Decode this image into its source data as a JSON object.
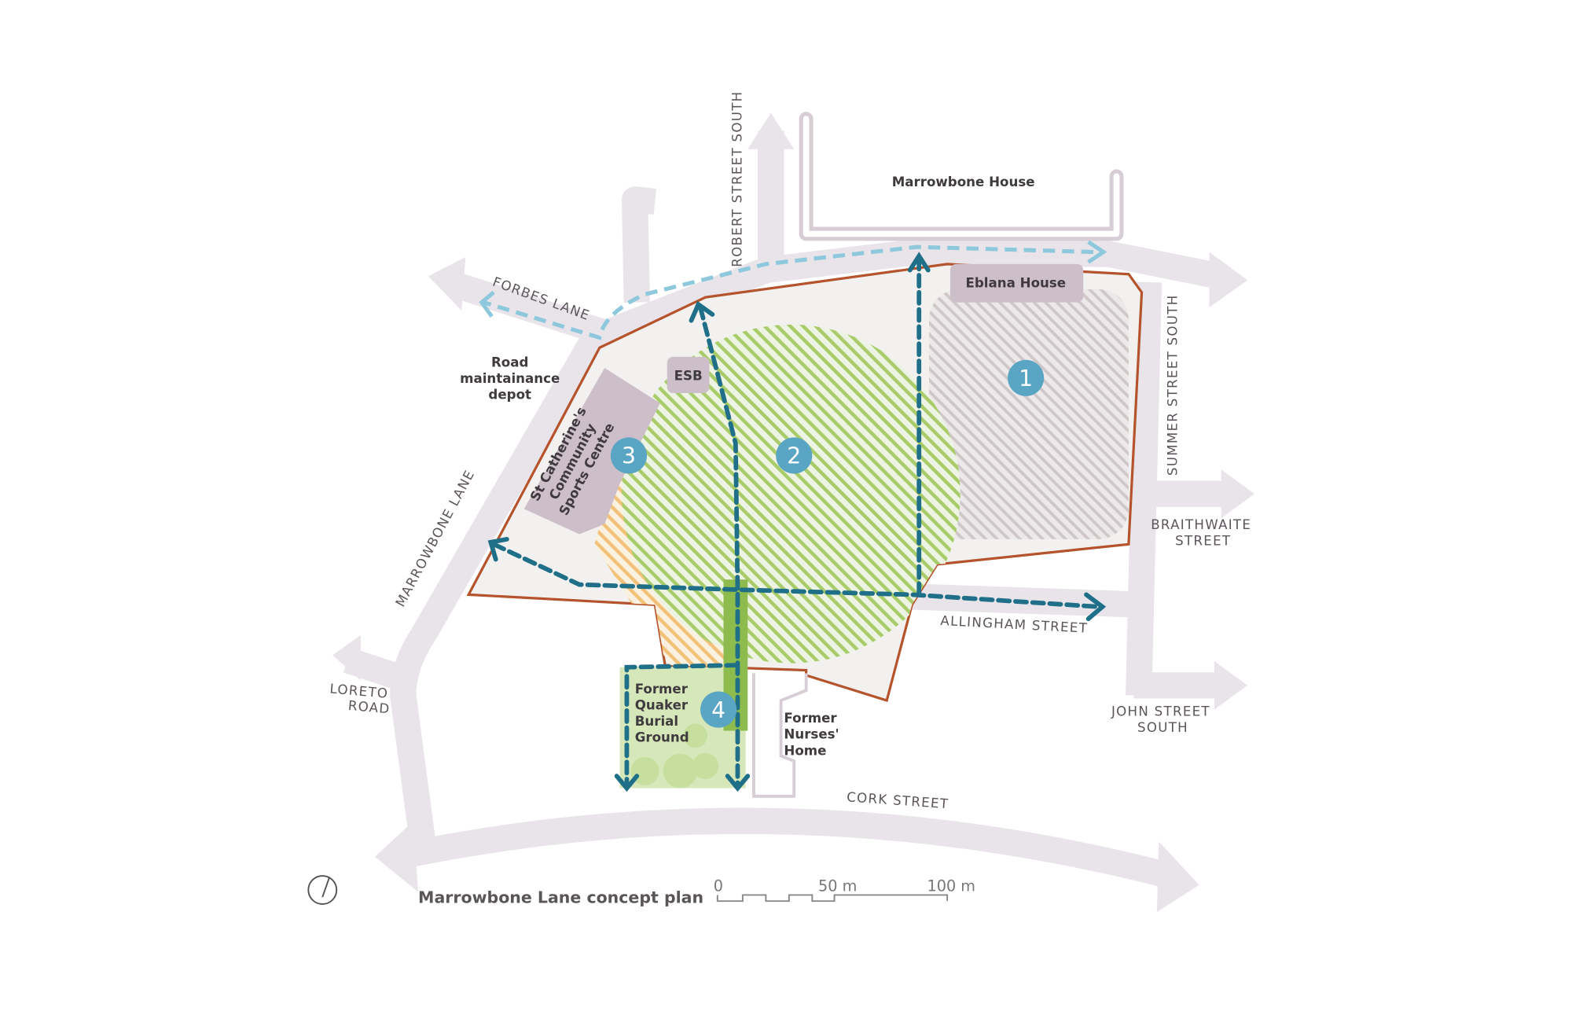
{
  "title": "Marrowbone Lane concept plan",
  "scale_bar": {
    "ticks": [
      "0",
      "50 m",
      "100 m"
    ]
  },
  "icons": {
    "north": "north-arrow-icon"
  },
  "colors": {
    "road": "#e9e4ea",
    "site_boundary": "#b5532c",
    "site_fill": "#f2f1ef",
    "route_primary": "#1f6f88",
    "route_secondary": "#8ec8dc",
    "marker": "#5aa5c3",
    "building": "#cdbfca",
    "green": "#a9cc6b",
    "orange": "#f3c27a"
  },
  "streets": {
    "robert_street_south": "ROBERT STREET SOUTH",
    "forbes_lane": "FORBES LANE",
    "summer_street_south": "SUMMER STREET SOUTH",
    "braithwaite_street": [
      "BRAITHWAITE",
      "STREET"
    ],
    "allingham_street": "ALLINGHAM STREET",
    "john_street_south": [
      "JOHN STREET",
      "SOUTH"
    ],
    "marrowbone_lane": "MARROWBONE LANE",
    "loreto_road": [
      "LORETO",
      "ROAD"
    ],
    "cork_street": "CORK STREET"
  },
  "places": {
    "marrowbone_house": "Marrowbone House",
    "eblana_house": "Eblana House",
    "esb": "ESB",
    "road_depot": [
      "Road",
      "maintainance",
      "depot"
    ],
    "sports_centre": [
      "St Catherine's",
      "Community",
      "Sports Centre"
    ],
    "quaker": [
      "Former",
      "Quaker",
      "Burial",
      "Ground"
    ],
    "nurses": [
      "Former",
      "Nurses'",
      "Home"
    ]
  },
  "markers": [
    "1",
    "2",
    "3",
    "4"
  ]
}
